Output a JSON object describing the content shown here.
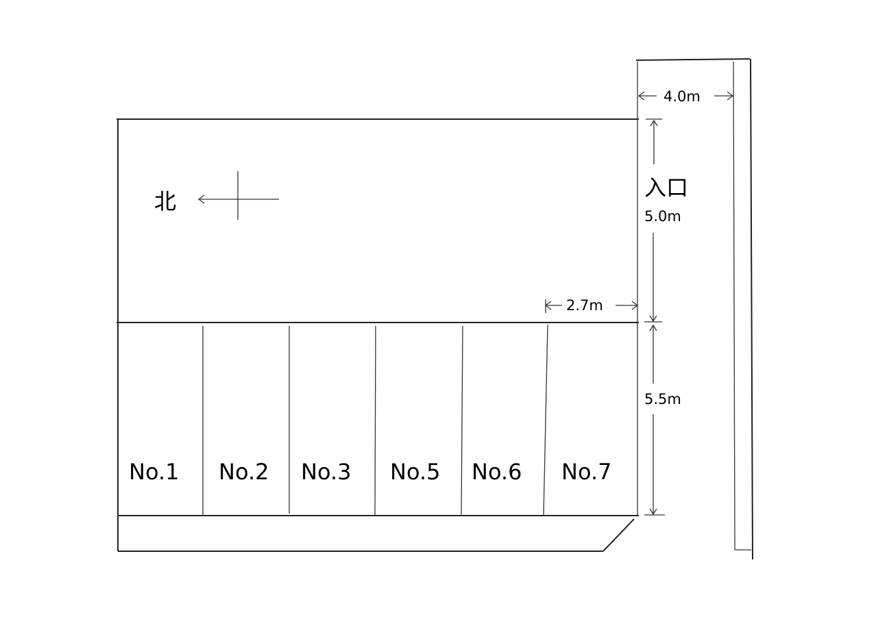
{
  "diagram": {
    "north_label": "北",
    "entrance_label": "入口",
    "dimensions": {
      "road_width": "4.0m",
      "entrance_depth": "5.0m",
      "space_width": "2.7m",
      "space_depth": "5.5m"
    },
    "spaces": [
      "No.1",
      "No.2",
      "No.3",
      "No.5",
      "No.6",
      "No.7"
    ]
  }
}
